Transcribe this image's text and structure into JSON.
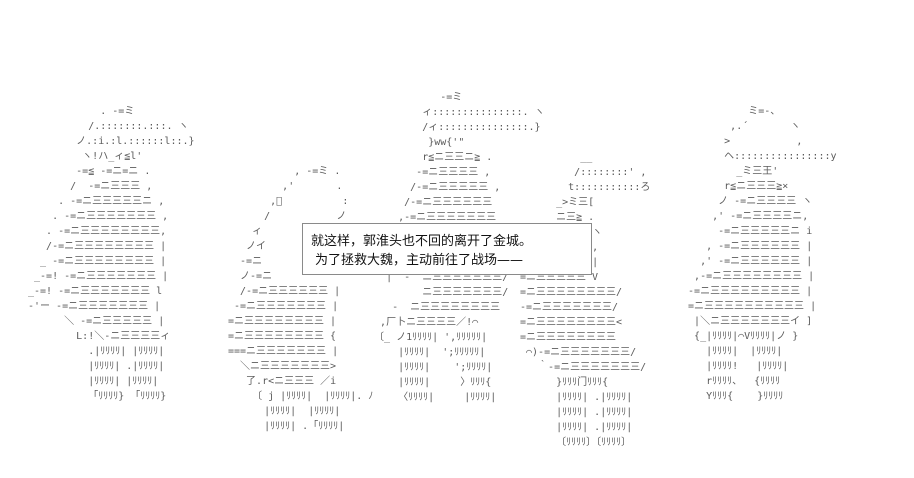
{
  "caption": {
    "line1": "就这样，郭淮头也不回的离开了金城。",
    "line2": "为了拯救大魏，主动前往了战场——"
  },
  "art": {
    "figure1": "            . -=ミ\n          /.:::::::.:::. ヽ\n        ノ.:i.:l.::::::l::.}\n         ヽ!ハ_ィ≦l'\n        -=≦ -=ニ=ニ .\n       /  -=ニ三三三 ,\n     . -=ニ三三三三三ニ ,\n    . -=ニ三三三三三三三 ,\n   . -=ニ三三三三三三三三,\n   /-=ニ三三三三三三三三 |\n  _ -=ニ三三三三三三三三 |\n _-=! -=ニ三三三三三三三 |\n_-=! -=ニ三三三三三三三 l\n-'ー -=ニ三三三三三三三 |\n      ＼ -=ニ三三三三三 |\n        L:!＼-ニ三三三三ィ\n          .|ﾘﾘﾘﾘ| |ﾘﾘﾘﾘ|\n          |ﾘﾘﾘﾘ| .|ﾘﾘﾘﾘ|\n          |ﾘﾘﾘﾘ| |ﾘﾘﾘﾘ|\n          「ﾘﾘﾘﾘ} 「ﾘﾘﾘﾘ}",
    "figure2": "           , -=ミ .\n         ,'       .\n       ,ﾞ          :\n      /           ノ\n    ィ              \n   ノイ            \n  -=ニ              \n  ノ-=ニ            \n  /-=ニ三三三三三三 |\n -=ニ三三三三三三三 |\n=ニ三三三三三三三三 |\n=ニ三三三三三三三三 {\n===ニ三三三三三三三 |\n  ＼ニ三三三三三三三>\n   了.r<ニ三三三 ／i\n    〔 j |ﾘﾘﾘﾘ|  |ﾘﾘﾘﾘ|. ﾉ\n      |ﾘﾘﾘﾘ|  |ﾘﾘﾘﾘ|\n      |ﾘﾘﾘﾘ| .「ﾘﾘﾘﾘ|",
    "figure3": "             -=ミ\n          ィ:::::::::::::::. ヽ\n          /ィ:::::::::::::::.}\n           }ww{'\"\n          r≦ニ三三ニ≧ .\n         -=ニ三三三三 ,\n        /-=ニ三三三三三 ,\n       /-=ニ三三三三三三 \n      ,-=ニ三三三三三三三\n     /-=ニ三三三三三三三\n    |-=ニ三三三三三三三三\n    |^-_-=ニ三三三三三三三/\n    |  -  ニ三三三三三三三/\n          ニ三三三三三三三/\n     -  ニ三三三三三三三三\n   ,厂卜ニ三三三三／!⌒\n  〔_ ノ1ﾘﾘﾘﾘ| ',ﾘﾘﾘﾘﾘ|\n      |ﾘﾘﾘﾘ|  ';ﾘﾘﾘﾘﾘ|\n      |ﾘﾘﾘﾘ|    ';ﾘﾘﾘﾘ|\n      |ﾘﾘﾘﾘ|     〉ﾘﾘﾘ{\n      〈ﾘﾘﾘﾘ|     |ﾘﾘﾘﾘ|",
    "figure4": "          __\n         /::::::::' ,\n        t:::::::::::ろ\n      _>ミ三[\n      ニ三≧ .\n      三三三 ヽ\n      三三三 ,\n      三三三 |\n=ニ三三三三三 V\n=ニ三三三三三三三三/\n-=ニ三三三三三三三/\n=ニ三三三三三三三三<\n=ニ三三三三三三三三\n ⌒)-=ニ三三三三三三三/\n   ｀-=ニ三三三三三三三/\n      }ﾘﾘﾘ门ﾘﾘﾘ{\n      |ﾘﾘﾘﾘ| .|ﾘﾘﾘﾘ|\n      |ﾘﾘﾘﾘ| .|ﾘﾘﾘﾘ|\n      |ﾘﾘﾘﾘ| .|ﾘﾘﾘﾘ|\n      〔ﾘﾘﾘﾘ〕〔ﾘﾘﾘﾘ〕",
    "figure5": "            ミ=-、\n         ,.´       ヽ\n        >           ,\n        ヘ::::::::::::::::y\n          _ミ三王'\n        r≦ニ三三三≧×\n       ノ -=ニ三三三三 ヽ\n      ,' -=ニ三三三三ニ,\n       -=ニ三三三三三ニ i\n     , -=ニ三三三三三三 |\n    ,' -=ニ三三三三三三 |\n   ,-=ニ三三三三三三三三 |\n  -=ニ三三三三三三三三三 |\n  =ニ三三三三三三三三三三 |\n   |＼ニ三三三三三三三イ ]\n   {_|ﾘﾘﾘﾘ|⌒Vﾘﾘﾘﾘ|ノ }\n     |ﾘﾘﾘﾘ|  |ﾘﾘﾘﾘ|\n     |ﾘﾘﾘﾘ!   |ﾘﾘﾘﾘ|\n     rﾘﾘﾘﾘ、  {ﾘﾘﾘﾘ\n     Yﾘﾘﾘ{    }ﾘﾘﾘﾘ"
  }
}
